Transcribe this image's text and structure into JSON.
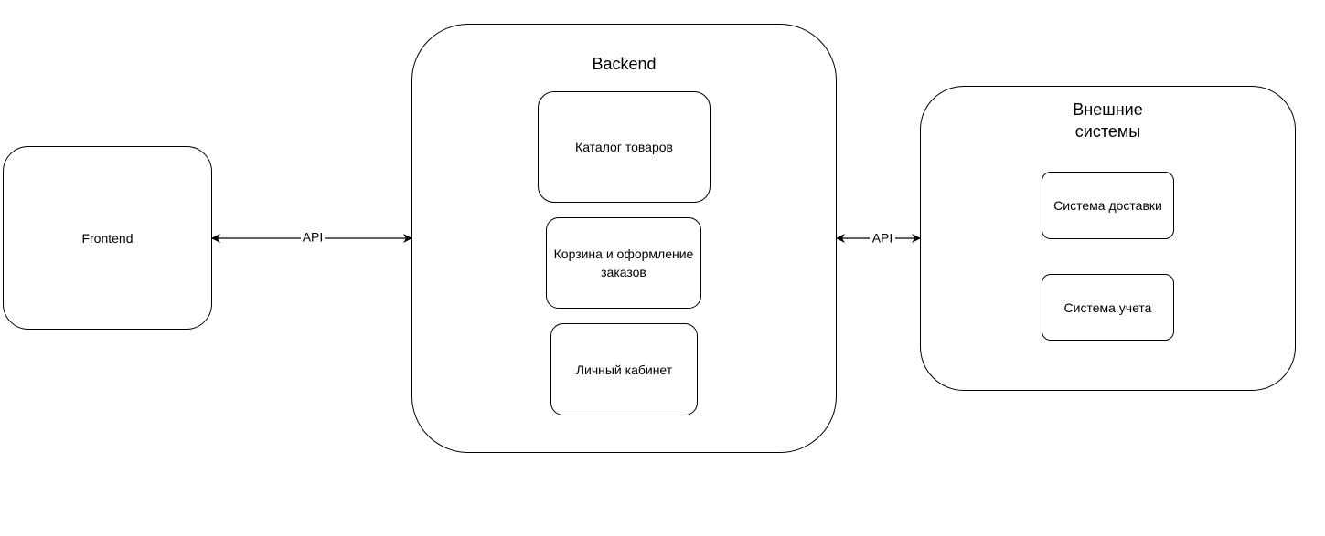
{
  "diagram": {
    "frontend": {
      "label": "Frontend"
    },
    "backend": {
      "title": "Backend",
      "modules": [
        {
          "label": "Каталог товаров"
        },
        {
          "label": "Корзина и оформление заказов"
        },
        {
          "label": "Личный кабинет"
        }
      ]
    },
    "external": {
      "title": "Внешние системы",
      "systems": [
        {
          "label": "Система доставки"
        },
        {
          "label": "Система учета"
        }
      ]
    },
    "edges": [
      {
        "from": "Frontend",
        "to": "Backend",
        "label": "API",
        "bidirectional": true
      },
      {
        "from": "Backend",
        "to": "Внешние системы",
        "label": "API",
        "bidirectional": true
      }
    ],
    "colors": {
      "stroke": "#000000",
      "fill": "#ffffff"
    }
  }
}
